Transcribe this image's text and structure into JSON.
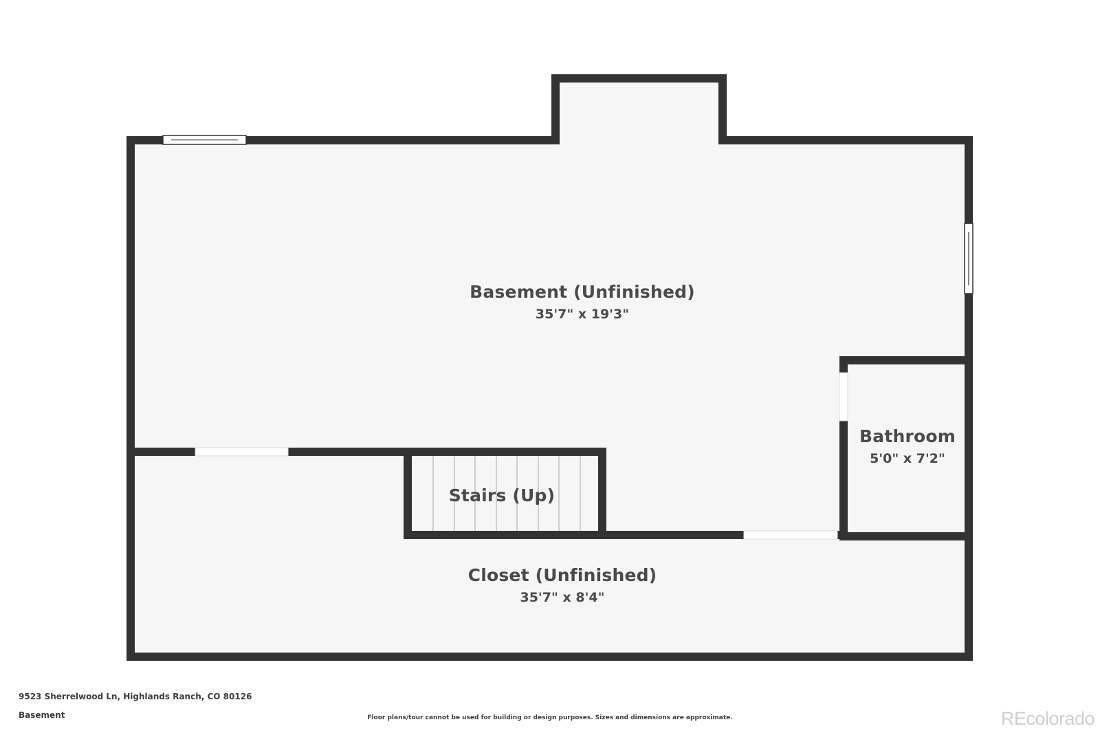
{
  "rooms": {
    "basement": {
      "name": "Basement (Unfinished)",
      "dimensions": "35'7\" x 19'3\""
    },
    "bathroom": {
      "name": "Bathroom",
      "dimensions": "5'0\" x 7'2\""
    },
    "stairs": {
      "name": "Stairs (Up)"
    },
    "closet": {
      "name": "Closet (Unfinished)",
      "dimensions": "35'7\" x 8'4\""
    }
  },
  "footer": {
    "address": "9523 Sherrelwood Ln, Highlands Ranch, CO 80126",
    "floor": "Basement",
    "disclaimer": "Floor plans/tour cannot be used for building or design purposes. Sizes and dimensions are approximate."
  },
  "brand": {
    "logo_text": "REcolorado"
  },
  "colors": {
    "wall": "#333333",
    "floor": "#f6f6f6",
    "opening": "#ffffff",
    "label": "#4a4a4a"
  }
}
